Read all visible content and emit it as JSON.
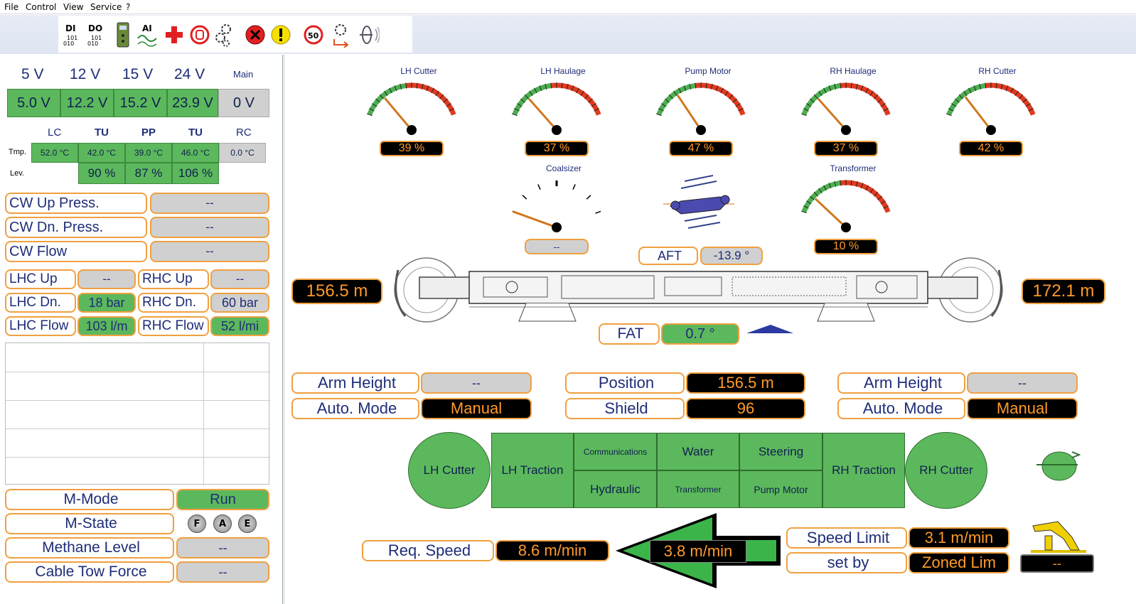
{
  "menu": {
    "file": "File",
    "control": "Control",
    "view": "View",
    "service": "Service",
    "help": "?"
  },
  "toolbar": {
    "di": "DI",
    "do": "DO",
    "ai": "AI",
    "bits": "101",
    "bits2": "010",
    "limit": "50",
    "icons": [
      "di-icon",
      "do-icon",
      "remote-icon",
      "ai-icon",
      "first-aid-icon",
      "stop-hand-icon",
      "gears-icon",
      "emergency-stop-icon",
      "warning-icon",
      "speed-limit-icon",
      "gear-arrow-icon",
      "antenna-icon"
    ]
  },
  "voltages": {
    "labels": [
      "5 V",
      "12 V",
      "15 V",
      "24 V"
    ],
    "main_label": "Main",
    "values": [
      "5.0 V",
      "12.2 V",
      "15.2 V",
      "23.9 V"
    ],
    "main_value": "0 V"
  },
  "temps": {
    "headers": [
      "LC",
      "TU",
      "PP",
      "TU",
      "RC"
    ],
    "tmp_label": "Tmp.",
    "lev_label": "Lev.",
    "tmp_values": [
      "52.0 °C",
      "42.0 °C",
      "39.0 °C",
      "46.0 °C",
      "0.0 °C"
    ],
    "lev_values": [
      "90 %",
      "87 %",
      "106 %"
    ]
  },
  "cw": [
    {
      "label": "CW Up Press.",
      "value": "--"
    },
    {
      "label": "CW Dn. Press.",
      "value": "--"
    },
    {
      "label": "CW Flow",
      "value": "--"
    }
  ],
  "hydraulic": {
    "lhc_up": {
      "label": "LHC Up",
      "value": "--"
    },
    "rhc_up": {
      "label": "RHC Up",
      "value": "--"
    },
    "lhc_dn": {
      "label": "LHC Dn.",
      "value": "18 bar"
    },
    "rhc_dn": {
      "label": "RHC Dn.",
      "value": "60 bar"
    },
    "lhc_flow": {
      "label": "LHC Flow",
      "value": "103 l/m"
    },
    "rhc_flow": {
      "label": "RHC Flow",
      "value": "52 l/mi"
    }
  },
  "mode": {
    "mmode_label": "M-Mode",
    "mmode_value": "Run",
    "mstate_label": "M-State",
    "mstate_buttons": [
      "F",
      "A",
      "E"
    ],
    "methane_label": "Methane Level",
    "methane_value": "--",
    "cable_label": "Cable Tow Force",
    "cable_value": "--"
  },
  "gauges": [
    {
      "name": "LH Cutter",
      "value": "39 %",
      "fraction": 0.39
    },
    {
      "name": "LH Haulage",
      "value": "37 %",
      "fraction": 0.37
    },
    {
      "name": "Pump Motor",
      "value": "47 %",
      "fraction": 0.47
    },
    {
      "name": "RH Haulage",
      "value": "37 %",
      "fraction": 0.37
    },
    {
      "name": "RH Cutter",
      "value": "42 %",
      "fraction": 0.42
    },
    {
      "name": "Transformer",
      "value": "10 %",
      "fraction": 0.3
    }
  ],
  "coalsizer": {
    "name": "Coalsizer",
    "value": "--"
  },
  "aft": {
    "label": "AFT",
    "value": "-13.9 °"
  },
  "fat": {
    "label": "FAT",
    "value": "0.7 °"
  },
  "distances": {
    "left": "156.5 m",
    "right": "172.1 m"
  },
  "left_arm": {
    "arm_label": "Arm Height",
    "arm_value": "--",
    "auto_label": "Auto. Mode",
    "auto_value": "Manual"
  },
  "center_info": {
    "pos_label": "Position",
    "pos_value": "156.5 m",
    "shield_label": "Shield",
    "shield_value": "96"
  },
  "right_arm": {
    "arm_label": "Arm Height",
    "arm_value": "--",
    "auto_label": "Auto. Mode",
    "auto_value": "Manual"
  },
  "systems": {
    "lh_cutter": "LH Cutter",
    "lh_traction": "LH Traction",
    "communications": "Communications",
    "water": "Water",
    "steering": "Steering",
    "hydraulic": "Hydraulic",
    "transformer": "Transformer",
    "pump_motor": "Pump Motor",
    "rh_traction": "RH Traction",
    "rh_cutter": "RH Cutter"
  },
  "speed": {
    "req_label": "Req. Speed",
    "req_value": "8.6 m/min",
    "actual": "3.8 m/min",
    "limit_label": "Speed Limit",
    "limit_value": "3.1 m/min",
    "setby_label": "set by",
    "setby_value": "Zoned Lim",
    "extra_value": "--"
  },
  "colors": {
    "accent_orange": "#f0a040",
    "status_green": "#5cb85c",
    "value_orange": "#ff9a2a",
    "text_navy": "#1e2d78"
  }
}
